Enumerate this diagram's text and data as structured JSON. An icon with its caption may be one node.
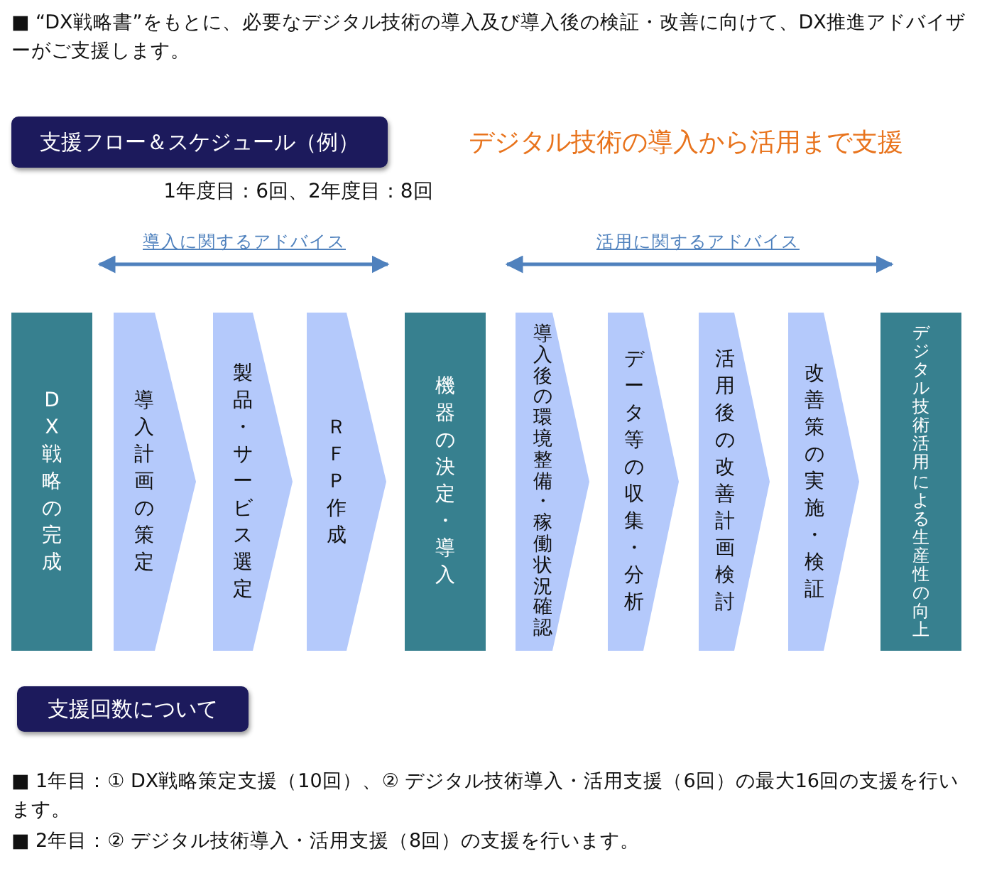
{
  "diagram": {
    "nodes": [
      {
        "text": [
          "支援フロー＆スケジュール（例）"
        ]
      },
      {
        "text": [
          "DX戦略の完成"
        ]
      },
      {
        "text": [
          "導入計画の策定"
        ]
      },
      {
        "text": [
          "製品・サービス選定"
        ]
      },
      {
        "text": [
          "ＲＦＰ作成"
        ]
      },
      {
        "text": [
          "機器の決定・導入"
        ]
      },
      {
        "text": [
          "導入後の環境整備・稼働状況確認"
        ]
      },
      {
        "text": [
          "データ等の収集・分析"
        ]
      },
      {
        "text": [
          "活用後の改善計画検討"
        ]
      },
      {
        "text": [
          "改善策の実施・検証"
        ]
      },
      {
        "text": [
          "デジタル技術活用による生産性の向上"
        ]
      },
      {
        "text": [
          "支援回数について"
        ]
      }
    ],
    "labels": [
      "■ “DX戦略書”をもとに、必要なデジタル技術の導入及び導入後の検証・改善に向けて、DX推進アドバイザーがご支援します。",
      "デジタル技術の導入から活用まで支援",
      "1年度目：6回、2年度目：8回",
      "導入に関するアドバイス",
      "活用に関するアドバイス",
      "■ 1年目：① DX戦略策定支援（10回）、② デジタル技術導入・活用支援（6回）の最大16回の支援を行います。",
      "■ 2年目：② デジタル技術導入・活用支援（8回）の支援を行います。"
    ]
  }
}
